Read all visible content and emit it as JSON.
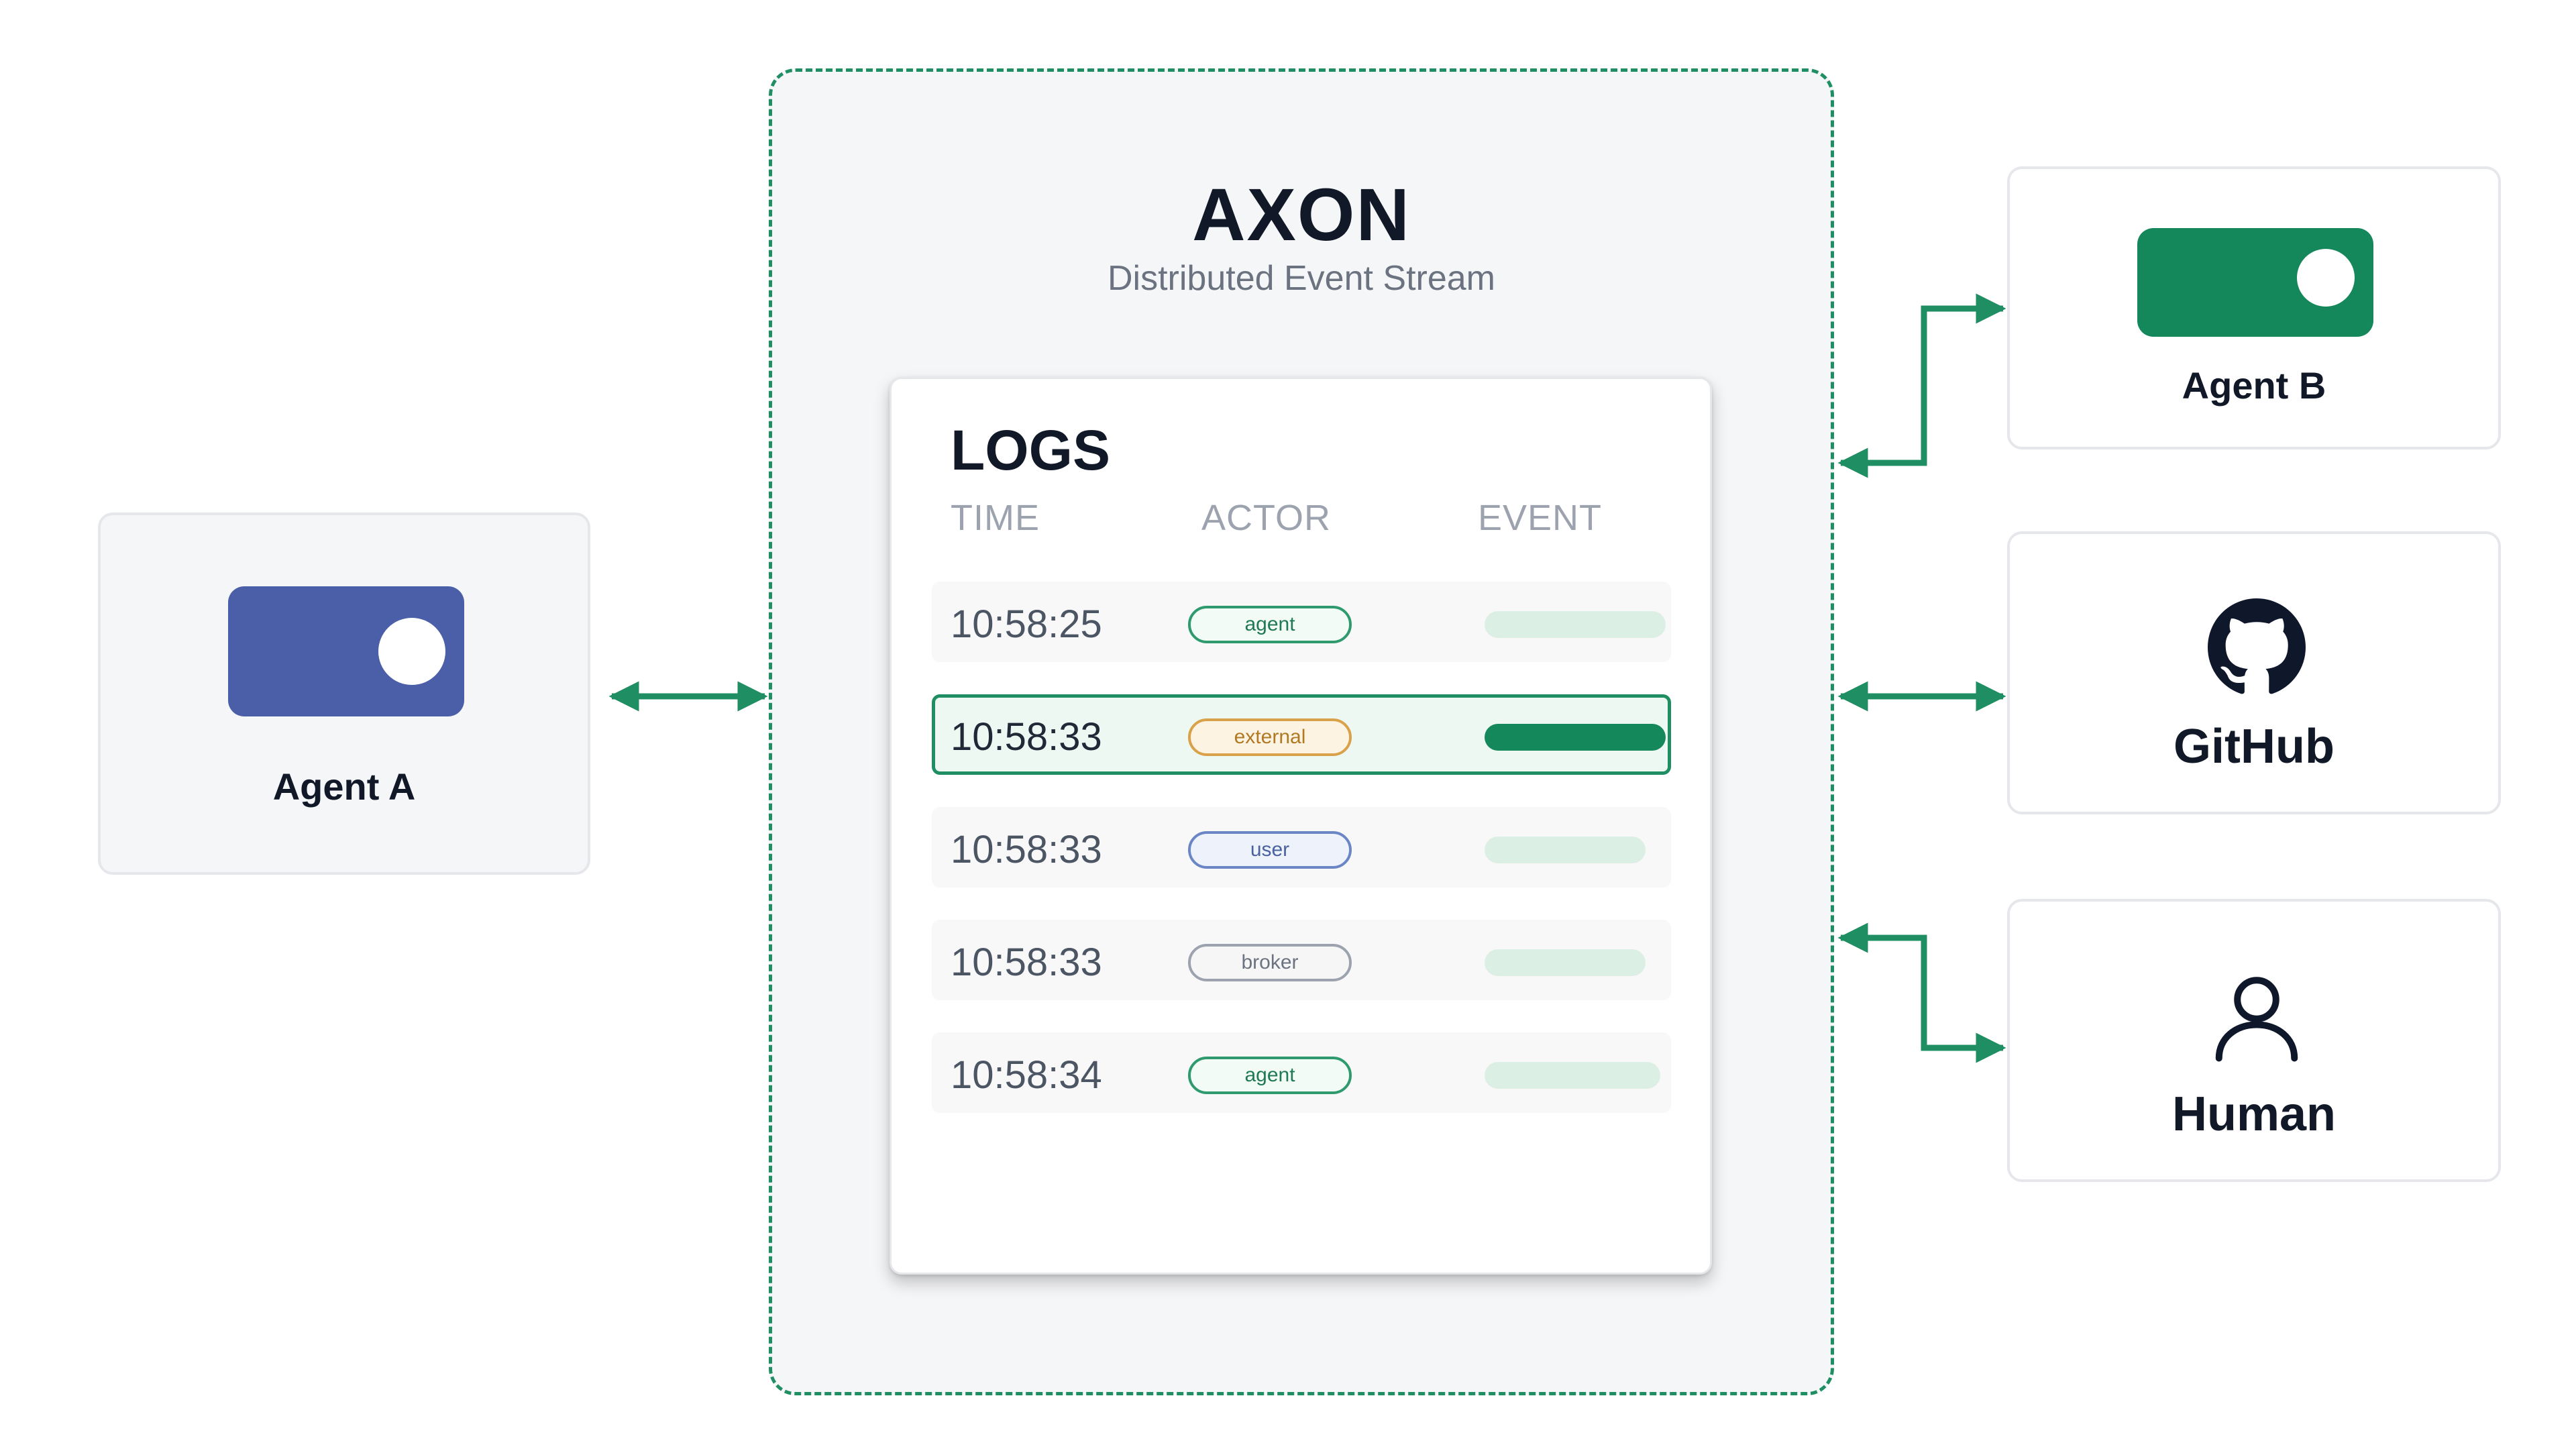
{
  "axon": {
    "title": "AXON",
    "subtitle": "Distributed Event Stream"
  },
  "logs": {
    "title": "LOGS",
    "columns": {
      "time": "TIME",
      "actor": "ACTOR",
      "event": "EVENT"
    },
    "rows": [
      {
        "time": "10:58:25",
        "actor": "agent",
        "highlighted": false
      },
      {
        "time": "10:58:33",
        "actor": "external",
        "highlighted": true
      },
      {
        "time": "10:58:33",
        "actor": "user",
        "highlighted": false
      },
      {
        "time": "10:58:33",
        "actor": "broker",
        "highlighted": false
      },
      {
        "time": "10:58:34",
        "actor": "agent",
        "highlighted": false
      }
    ]
  },
  "nodes": {
    "agent_a": {
      "label": "Agent A",
      "icon": "toggle-icon"
    },
    "agent_b": {
      "label": "Agent B",
      "icon": "toggle-icon"
    },
    "github": {
      "label": "GitHub",
      "icon": "github-icon"
    },
    "human": {
      "label": "Human",
      "icon": "user-icon"
    }
  },
  "colors": {
    "accent_green": "#1f8f63",
    "agent_a_blue": "#4a5fa8",
    "agent_b_green": "#14875b",
    "pill_agent": "#2e9a6e",
    "pill_external": "#d9a24a",
    "pill_user": "#6b86c4",
    "pill_broker": "#9ca3af"
  }
}
